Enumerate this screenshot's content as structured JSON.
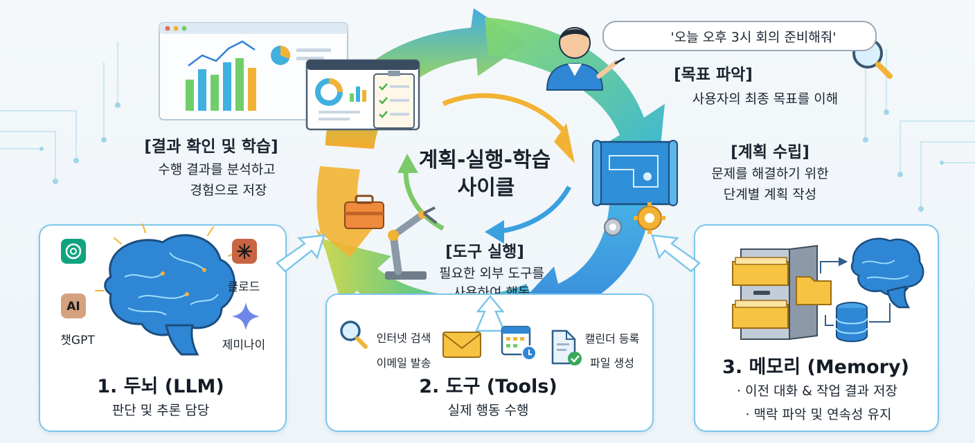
{
  "cycle": {
    "title_line1": "계획-실행-학습",
    "title_line2": "사이클"
  },
  "speech_bubble": {
    "text": "'오늘 오후 3시 회의 준비해줘'"
  },
  "steps": {
    "goal": {
      "title": "[목표 파악]",
      "desc": "사용자의 최종 목표를 이해"
    },
    "plan": {
      "title": "[계획 수립]",
      "desc_line1": "문제를 해결하기 위한",
      "desc_line2": "단계별 계획 작성"
    },
    "execute": {
      "title": "[도구 실행]",
      "desc_line1": "필요한 외부 도구를",
      "desc_line2": "사용하여 행동"
    },
    "review": {
      "title": "[결과 확인 및 학습]",
      "desc_line1": "수행 결과를 분석하고",
      "desc_line2": "경험으로 저장"
    }
  },
  "panels": {
    "brain": {
      "title": "1. 두뇌 (LLM)",
      "subtitle": "판단 및 추론 담당",
      "models": [
        "챗GPT",
        "클로드",
        "제미나이"
      ],
      "logo_text": "AI"
    },
    "tools": {
      "title": "2. 도구 (Tools)",
      "subtitle": "실제 행동 수행",
      "items": [
        "인터넷 검색",
        "이메일 발송",
        "캘린더 등록",
        "파일 생성"
      ]
    },
    "memory": {
      "title": "3. 메모리 (Memory)",
      "bullets": [
        "· 이전 대화 & 작업 결과 저장",
        "· 맥락 파악 및 연속성 유지"
      ]
    }
  },
  "colors": {
    "panel_border": "#7cc6ea",
    "arrow_green": "#6fce6a",
    "arrow_blue": "#2f9be0",
    "arrow_orange": "#f2b233",
    "accent_orange": "#f29a2e"
  }
}
